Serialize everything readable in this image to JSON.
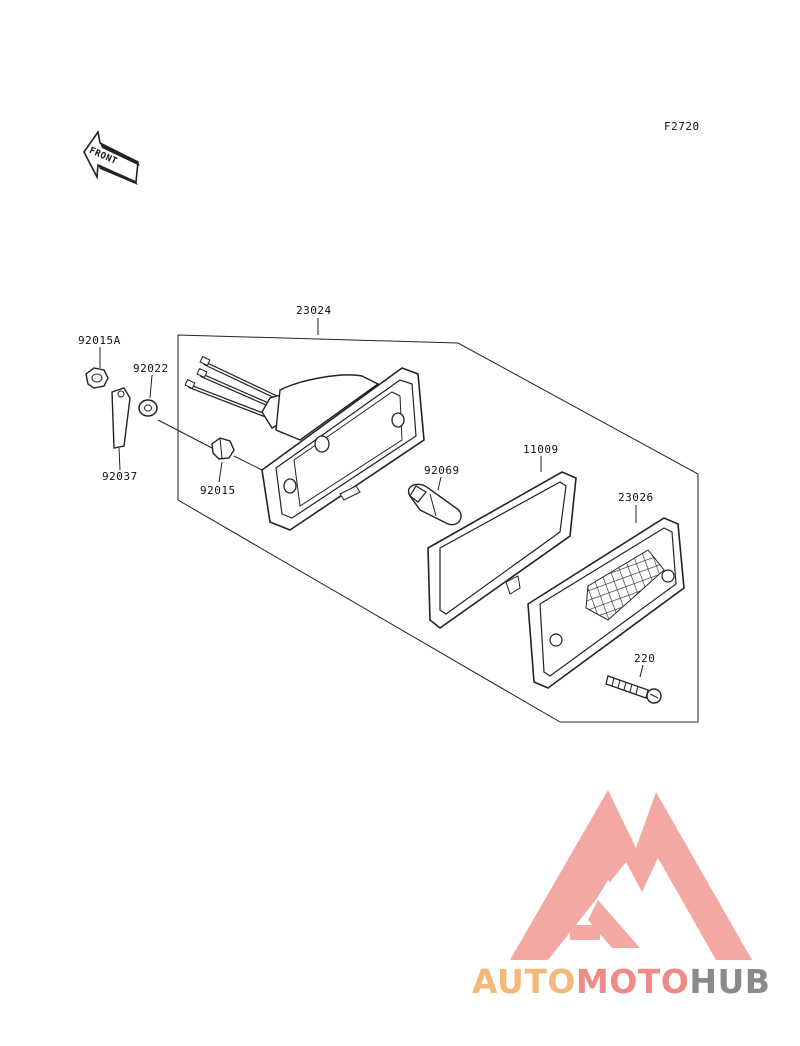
{
  "diagram": {
    "figure_code": "F2720",
    "front_marker": "FRONT",
    "parts": {
      "p23024": "23024",
      "p92015A": "92015A",
      "p92022": "92022",
      "p92037": "92037",
      "p92015": "92015",
      "p92069": "92069",
      "p11009": "11009",
      "p23026": "23026",
      "p220": "220"
    }
  },
  "watermark": {
    "auto": "AUTO",
    "moto": "MOTO",
    "hub": "HUB",
    "colors": {
      "auto": "#f4b87a",
      "moto": "#f08a86",
      "hub": "#8a8a8a",
      "logo": "#f39a94"
    }
  }
}
